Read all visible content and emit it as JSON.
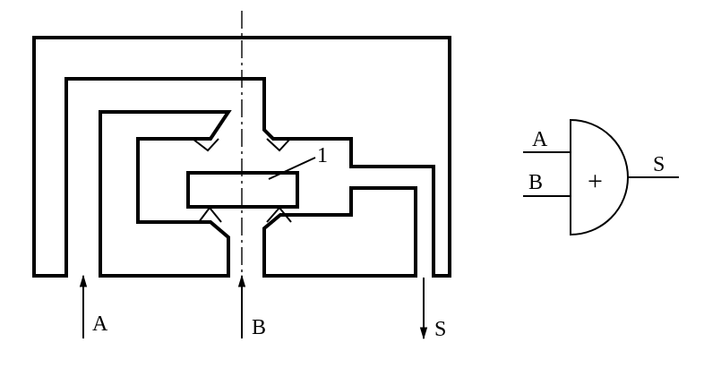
{
  "labels": {
    "input_a": "A",
    "input_b": "B",
    "output_s": "S",
    "part_number": "1",
    "symbol_input_a": "A",
    "symbol_input_b": "B",
    "symbol_output_s": "S",
    "symbol_operator": "+"
  }
}
